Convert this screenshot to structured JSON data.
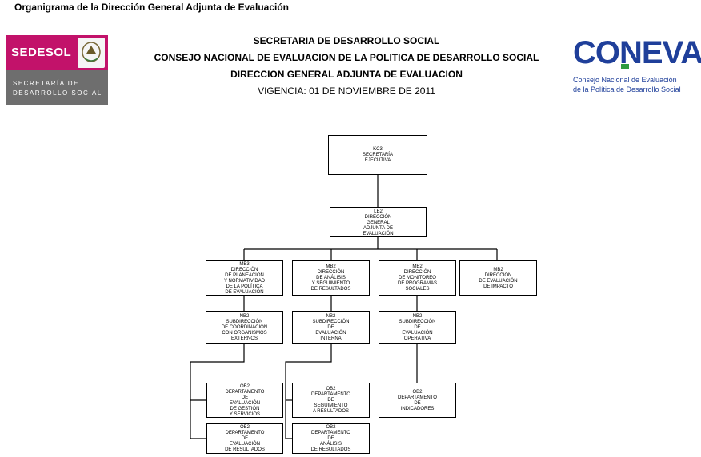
{
  "page_title": "Organigrama de la Dirección General Adjunta de Evaluación",
  "header": {
    "line1": "SECRETARIA DE DESARROLLO SOCIAL",
    "line2": "CONSEJO NACIONAL DE EVALUACION DE LA POLITICA DE DESARROLLO SOCIAL",
    "line3": "DIRECCION GENERAL ADJUNTA DE EVALUACION",
    "line4": "VIGENCIA: 01 DE NOVIEMBRE DE 2011"
  },
  "logos": {
    "sedesol": {
      "name": "SEDESOL",
      "sub1": "SECRETARÍA DE",
      "sub2": "DESARROLLO SOCIAL",
      "color": "#c2126a"
    },
    "coneval": {
      "name": "CONEVAL",
      "sub1": "Consejo Nacional de Evaluación",
      "sub2": "de la Política de Desarrollo Social",
      "color": "#1f3f9a"
    }
  },
  "org": {
    "kc3": [
      "KC3",
      "SECRETARÍA",
      "EJECUTIVA"
    ],
    "lb2": [
      "LB2",
      "DIRECCIÓN",
      "GENERAL",
      "ADJUNTA DE",
      "EVALUACIÓN"
    ],
    "mb3": [
      "MB3",
      "DIRECCIÓN",
      "DE PLANEACIÓN",
      "Y NORMATIVIDAD",
      "DE LA POLÍTICA",
      "DE EVALUACIÓN"
    ],
    "mb2a": [
      "MB2",
      "DIRECCIÓN",
      "DE ANÁLISIS",
      "Y SEGUIMIENTO",
      "DE RESULTADOS"
    ],
    "mb2b": [
      "MB2",
      "DIRECCIÓN",
      "DE MONITOREO",
      "DE PROGRAMAS",
      "SOCIALES"
    ],
    "mb2c": [
      "MB2",
      "DIRECCIÓN",
      "DE EVALUACIÓN",
      "DE IMPACTO"
    ],
    "nb2a": [
      "NB2",
      "SUBDIRECCIÓN",
      "DE COORDINACIÓN",
      "CON ORGANISMOS",
      "EXTERNOS"
    ],
    "nb2b": [
      "NB2",
      "SUBDIRECCIÓN",
      "DE",
      "EVALUACIÓN",
      "INTERNA"
    ],
    "nb2c": [
      "NB2",
      "SUBDIRECCIÓN",
      "DE",
      "EVALUACIÓN",
      "OPERATIVA"
    ],
    "ob2a": [
      "OB2",
      "DEPARTAMENTO",
      "DE",
      "EVALUACIÓN",
      "DE GESTIÓN",
      "Y SERVICIOS"
    ],
    "ob2b": [
      "OB2",
      "DEPARTAMENTO",
      "DE",
      "EVALUACIÓN",
      "DE RESULTADOS"
    ],
    "ob2c": [
      "OB2",
      "DEPARTAMENTO",
      "DE",
      "SEGUIMIENTO",
      "A RESULTADOS"
    ],
    "ob2d": [
      "OB2",
      "DEPARTAMENTO",
      "DE",
      "ANÁLISIS",
      "DE RESULTADOS"
    ],
    "ob2e": [
      "OB2",
      "DEPARTAMENTO",
      "DE",
      "INDICADORES"
    ]
  }
}
